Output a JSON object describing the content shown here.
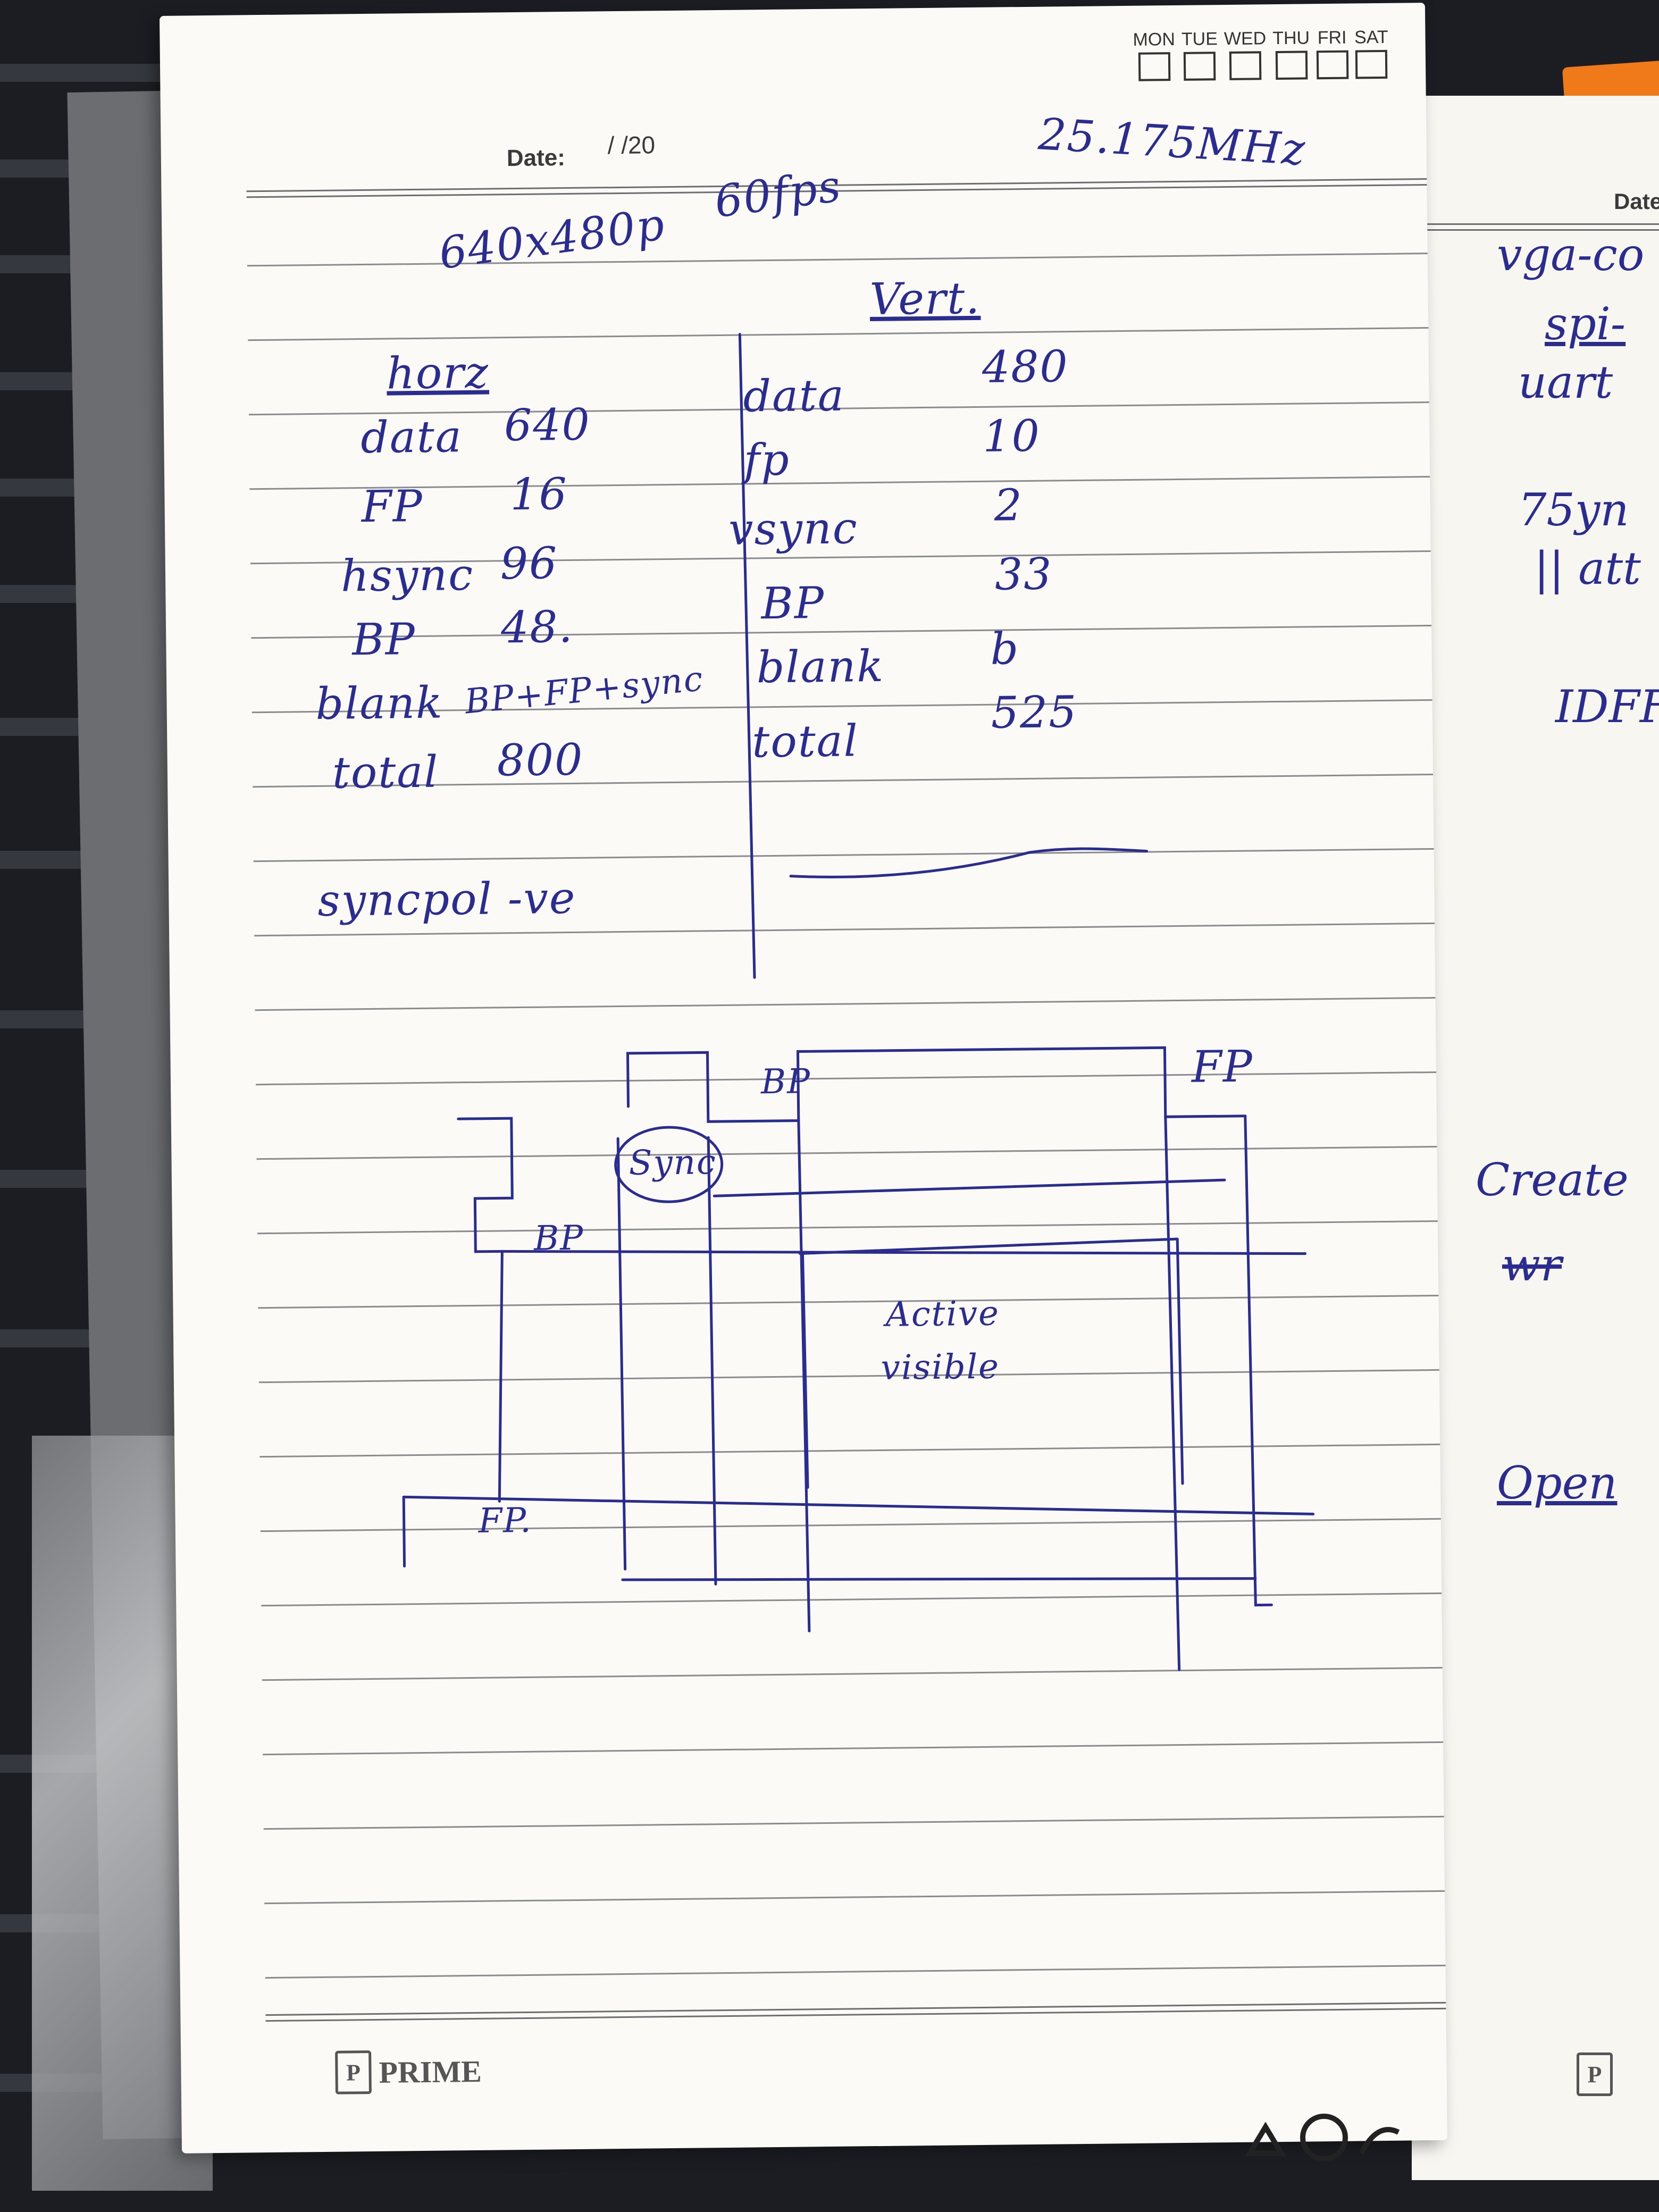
{
  "header": {
    "days": [
      "MON",
      "TUE",
      "WED",
      "THU",
      "FRI",
      "SAT"
    ],
    "date_label": "Date:",
    "date_value": "/   /20"
  },
  "notes": {
    "resolution": "640x480p",
    "fps": "60fps",
    "clock": "25.175MHz",
    "horz": {
      "title": "horz",
      "rows": [
        {
          "label": "data",
          "value": "640"
        },
        {
          "label": "FP",
          "value": "16"
        },
        {
          "label": "hsync",
          "value": "96"
        },
        {
          "label": "BP",
          "value": "48."
        },
        {
          "label": "blank",
          "value": "BP+FP+sync"
        },
        {
          "label": "total",
          "value": "800"
        }
      ]
    },
    "vert": {
      "title": "Vert.",
      "rows": [
        {
          "label": "data",
          "value": "480"
        },
        {
          "label": "fp",
          "value": "10"
        },
        {
          "label": "vsync",
          "value": "2"
        },
        {
          "label": "BP",
          "value": "33"
        },
        {
          "label": "blank",
          "value": "b"
        },
        {
          "label": "total",
          "value": "525"
        }
      ]
    },
    "sync_pol": "syncpol  -ve"
  },
  "diagram": {
    "bp_top": "BP",
    "fp_top": "FP",
    "sync": "Sync",
    "bp_left": "BP",
    "active": "Active",
    "visible": "visible",
    "fp_bottom": "FP."
  },
  "right_page": {
    "date_label": "Date",
    "lines": [
      "vga-co",
      "spi-",
      "uart",
      "75yn",
      "|| att",
      "IDFF",
      "Create",
      "wr",
      "Open"
    ]
  },
  "brand": {
    "name": "PRIME",
    "mark": "P"
  },
  "colors": {
    "ink": "#2a2c8f",
    "paper": "#fbfaf6",
    "rule": "#8a8b8f"
  }
}
